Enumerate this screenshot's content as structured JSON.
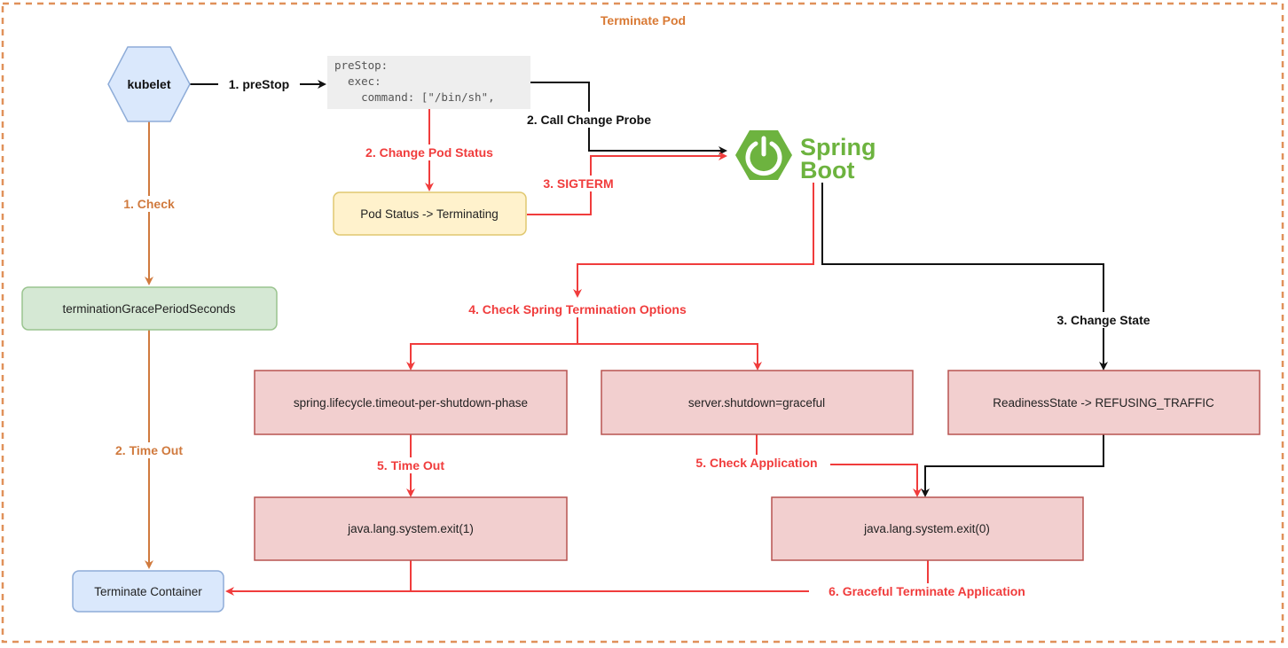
{
  "diagram": {
    "title": "Terminate Pod",
    "colors": {
      "frame": "#e0915a",
      "title": "#d97a35",
      "orange_flow": "#d07a3e",
      "red_flow": "#f03c3c",
      "black_flow": "#111111",
      "kubelet_fill": "#dae8fc",
      "kubelet_stroke": "#8eacd8",
      "grace_fill": "#d5e8d4",
      "grace_stroke": "#9ac48f",
      "status_fill": "#fff2cc",
      "status_stroke": "#e0c870",
      "config_fill": "#f2cfcf",
      "config_stroke": "#b85450",
      "terminate_fill": "#dae8fc",
      "terminate_stroke": "#8eacd8",
      "code_fill": "#eeeeee",
      "spring_green": "#6db33f"
    },
    "nodes": {
      "kubelet": "kubelet",
      "prestop_code": [
        "preStop:",
        "  exec:",
        "    command: [\"/bin/sh\","
      ],
      "pod_status": "Pod Status -> Terminating",
      "spring_boot_line1": "Spring",
      "spring_boot_line2": "Boot",
      "grace_period": "terminationGracePeriodSeconds",
      "lifecycle_timeout": "spring.lifecycle.timeout-per-shutdown-phase",
      "server_shutdown": "server.shutdown=graceful",
      "readiness_state": "ReadinessState -> REFUSING_TRAFFIC",
      "exit_1": "java.lang.system.exit(1)",
      "exit_0": "java.lang.system.exit(0)",
      "terminate_container": "Terminate Container"
    },
    "edges": {
      "prestop": "1. preStop",
      "check": "1. Check",
      "call_change_probe": "2. Call Change Probe",
      "change_pod_status": "2. Change Pod Status",
      "sigterm": "3. SIGTERM",
      "time_out_grace": "2. Time Out",
      "check_spring_options": "4. Check Spring Termination Options",
      "change_state": "3. Change State",
      "time_out_spring": "5. Time Out",
      "check_application": "5. Check Application",
      "graceful_terminate": "6. Graceful Terminate Application"
    }
  }
}
